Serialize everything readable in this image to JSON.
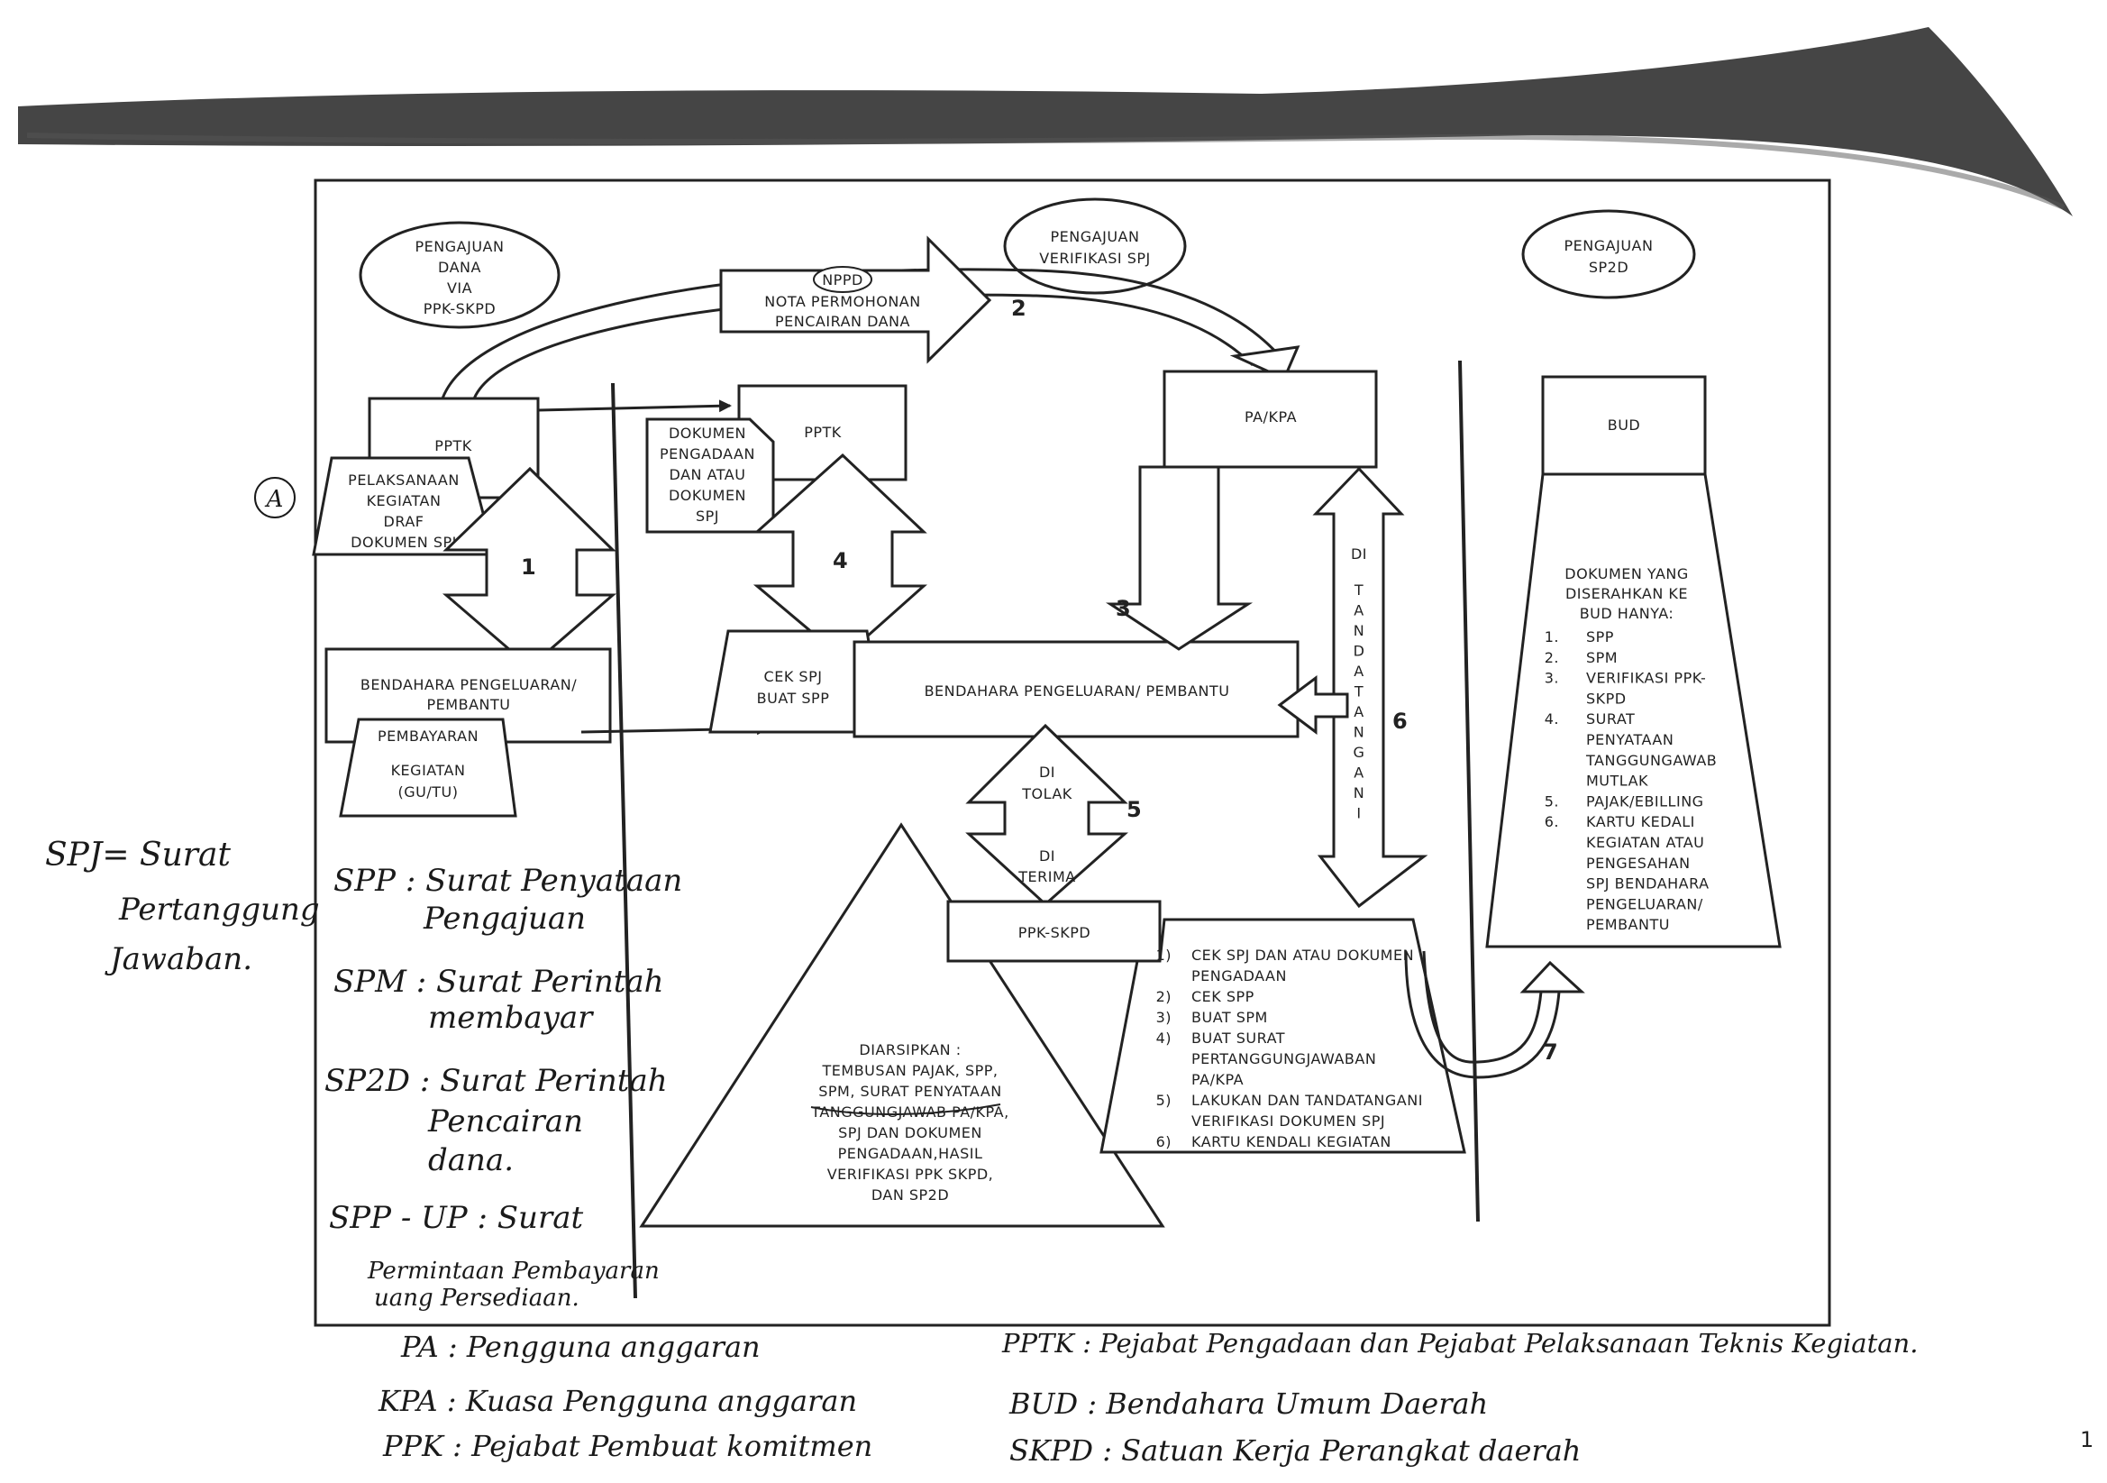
{
  "nodes": {
    "pengajuan_dana": [
      "PENGAJUAN",
      "DANA",
      "VIA",
      "PPK-SKPD"
    ],
    "pengajuan_verifikasi": [
      "PENGAJUAN",
      "VERIFIKASI SPJ"
    ],
    "pengajuan_sp2d": [
      "PENGAJUAN",
      "SP2D"
    ],
    "nppd": "NPPD",
    "nota": [
      "NOTA PERMOHONAN",
      "PENCAIRAN DANA"
    ],
    "pptk_left": "PPTK",
    "pelaksanaan": [
      "PELAKSANAAN",
      "KEGIATAN",
      "DRAF",
      "DOKUMEN SPJ"
    ],
    "bendahara_left": [
      "BENDAHARA PENGELUARAN/",
      "PEMBANTU"
    ],
    "pembayaran": [
      "PEMBAYARAN",
      "KEGIATAN",
      "(GU/TU)"
    ],
    "pptk_mid": "PPTK",
    "dokumen_pengadaan": [
      "DOKUMEN",
      "PENGADAAN",
      "DAN ATAU",
      "DOKUMEN",
      "SPJ"
    ],
    "cek_spj": [
      "CEK SPJ",
      "BUAT SPP"
    ],
    "bendahara_mid": "BENDAHARA PENGELUARAN/ PEMBANTU",
    "pa_kpa": "PA/KPA",
    "di_tandatangani": [
      "DI",
      "T",
      "A",
      "N",
      "D",
      "A",
      "T",
      "A",
      "N",
      "G",
      "A",
      "N",
      "I"
    ],
    "di_tolak": [
      "DI",
      "TOLAK"
    ],
    "di_terima": [
      "DI",
      "TERIMA"
    ],
    "ppk_skpd": "PPK-SKPD",
    "ppk_tasks": [
      {
        "num": "1)",
        "text": "CEK SPJ DAN ATAU DOKUMEN"
      },
      {
        "num": "",
        "text": "PENGADAAN"
      },
      {
        "num": "2)",
        "text": "CEK SPP"
      },
      {
        "num": "3)",
        "text": "BUAT SPM"
      },
      {
        "num": "4)",
        "text": "BUAT SURAT"
      },
      {
        "num": "",
        "text": "PERTANGGUNGJAWABAN"
      },
      {
        "num": "",
        "text": "PA/KPA"
      },
      {
        "num": "5)",
        "text": "LAKUKAN DAN TANDATANGANI"
      },
      {
        "num": "",
        "text": "VERIFIKASI DOKUMEN SPJ"
      },
      {
        "num": "6)",
        "text": "KARTU KENDALI KEGIATAN"
      }
    ],
    "diarsipkan": [
      "DIARSIPKAN :",
      "TEMBUSAN PAJAK, SPP,",
      "SPM, SURAT PENYATAAN",
      "TANGGUNGJAWAB PA/KPA,",
      "SPJ DAN DOKUMEN",
      "PENGADAAN,HASIL",
      "VERIFIKASI PPK SKPD,",
      "DAN SP2D"
    ],
    "bud": "BUD",
    "bud_docs_title": [
      "DOKUMEN YANG",
      "DISERAHKAN KE",
      "BUD HANYA:"
    ],
    "bud_docs": [
      {
        "num": "1.",
        "text": "SPP"
      },
      {
        "num": "2.",
        "text": "SPM"
      },
      {
        "num": "3.",
        "text": "VERIFIKASI PPK-"
      },
      {
        "num": "",
        "text": "SKPD"
      },
      {
        "num": "4.",
        "text": "SURAT"
      },
      {
        "num": "",
        "text": "PENYATAAN"
      },
      {
        "num": "",
        "text": "TANGGUNGAWAB"
      },
      {
        "num": "",
        "text": "MUTLAK"
      },
      {
        "num": "5.",
        "text": "PAJAK/EBILLING"
      },
      {
        "num": "6.",
        "text": "KARTU KEDALI"
      },
      {
        "num": "",
        "text": "KEGIATAN ATAU"
      },
      {
        "num": "",
        "text": "PENGESAHAN"
      },
      {
        "num": "",
        "text": "SPJ BENDAHARA"
      },
      {
        "num": "",
        "text": "PENGELUARAN/"
      },
      {
        "num": "",
        "text": "PEMBANTU"
      }
    ]
  },
  "step_numbers": [
    "1",
    "2",
    "3",
    "4",
    "5",
    "6",
    "7"
  ],
  "handwritten": {
    "circle_a": "A",
    "spj_def": [
      "SPJ= Surat",
      "Pertanggung",
      "Jawaban."
    ],
    "spp_def": [
      "SPP : Surat Penyataan",
      "Pengajuan"
    ],
    "spm_def": [
      "SPM : Surat Perintah",
      "membayar"
    ],
    "sp2d_def": [
      "SP2D : Surat Perintah",
      "Pencairan",
      "dana."
    ],
    "sppup_def": [
      "SPP - UP : Surat",
      "Permintaan Pembayaran",
      "uang Persediaan."
    ],
    "pa_def": "PA : Pengguna anggaran",
    "kpa_def": "KPA : Kuasa Pengguna anggaran",
    "ppk_def": "PPK : Pejabat Pembuat komitmen",
    "pptk_def": "PPTK : Pejabat Pengadaan dan Pejabat Pelaksanaan Teknis Kegiatan.",
    "bud_def": "BUD : Bendahara Umum Daerah",
    "skpd_def": "SKPD : Satuan Kerja Perangkat daerah"
  },
  "page_number": "1"
}
